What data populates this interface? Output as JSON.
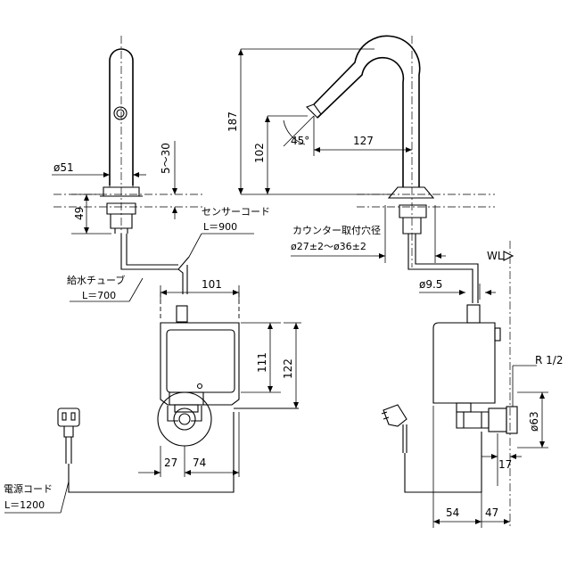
{
  "dims": {
    "height_187": "187",
    "height_102": "102",
    "reach_127": "127",
    "angle_45": "45°",
    "slot_5_30": "5～30",
    "dia_51": "ø51",
    "height_49": "49",
    "width_101": "101",
    "height_111": "111",
    "height_122": "122",
    "off_27": "27",
    "off_74": "74",
    "dia_9_5": "ø9.5",
    "thread_r12": "R 1/2",
    "dia_63": "ø63",
    "off_17": "17",
    "off_54": "54",
    "off_47": "47",
    "wall": "WL"
  },
  "labels": {
    "sensor_cord": "センサーコード",
    "sensor_cord_len": "L＝900",
    "supply_tube": "給水チューブ",
    "supply_tube_len": "L＝700",
    "power_cord": "電源コード",
    "power_cord_len": "L＝1200",
    "counter_hole": "カウンター取付穴径",
    "counter_hole_dia": "ø27±2～ø36±2"
  }
}
